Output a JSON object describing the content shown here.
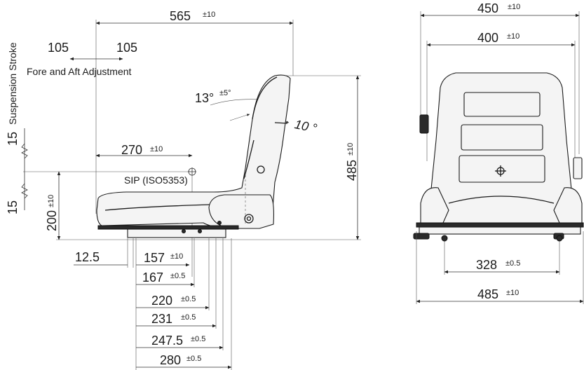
{
  "side_view": {
    "overall_length": {
      "value": "565",
      "tol": "±10"
    },
    "fore_aft_left": "105",
    "fore_aft_right": "105",
    "fore_aft_label": "Fore and Aft Adjustment",
    "suspension_label": "Suspension Stroke",
    "suspension_up": "15",
    "suspension_down": "15",
    "backrest_angle": {
      "value": "13°",
      "tol": "±5°"
    },
    "backrest_adjust": "10 °",
    "sip_label": "SIP (ISO5353)",
    "sip_horizontal": {
      "value": "270",
      "tol": "±10"
    },
    "height_total": {
      "value": "485",
      "tol": "±10"
    },
    "sip_height": {
      "value": "200",
      "tol": "±10"
    },
    "offset": "12.5",
    "rail_dims": [
      {
        "value": "157",
        "tol": "±10"
      },
      {
        "value": "167",
        "tol": "±0.5"
      },
      {
        "value": "220",
        "tol": "±0.5"
      },
      {
        "value": "231",
        "tol": "±0.5"
      },
      {
        "value": "247.5",
        "tol": "±0.5"
      },
      {
        "value": "280",
        "tol": "±0.5"
      }
    ]
  },
  "front_view": {
    "overall_width": {
      "value": "450",
      "tol": "±10"
    },
    "seat_width": {
      "value": "400",
      "tol": "±10"
    },
    "mount_width": {
      "value": "328",
      "tol": "±0.5"
    },
    "base_width": {
      "value": "485",
      "tol": "±10"
    }
  }
}
